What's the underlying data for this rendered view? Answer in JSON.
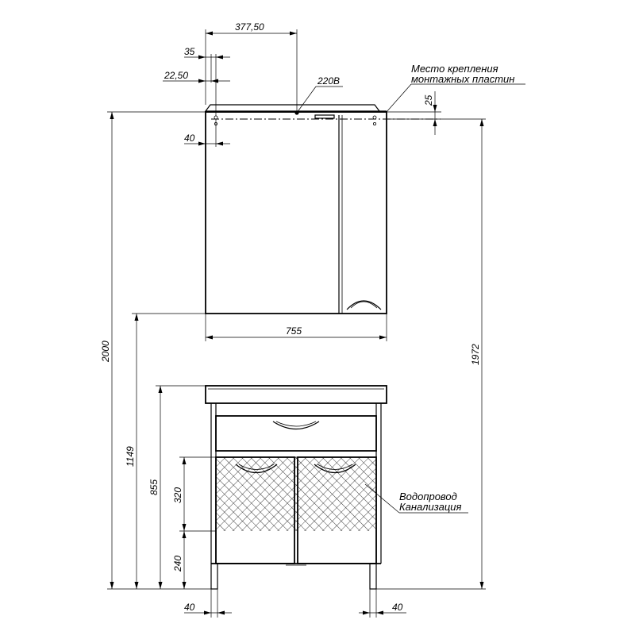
{
  "dimensions": {
    "top_377_50": "377,50",
    "top_35": "35",
    "top_22_50": "22,50",
    "top_40": "40",
    "socket_220v": "220В",
    "right_25": "25",
    "cabinet_width_755": "755",
    "total_height_2000": "2000",
    "right_height_1972": "1972",
    "left_height_1149": "1149",
    "left_height_855": "855",
    "left_height_320": "320",
    "left_height_240": "240",
    "bottom_left_40": "40",
    "bottom_right_40": "40"
  },
  "notes": {
    "mount_line1": "Место крепления",
    "mount_line2": "монтажных пластин",
    "pipes_line1": "Водопровод",
    "pipes_line2": "Канализация"
  }
}
